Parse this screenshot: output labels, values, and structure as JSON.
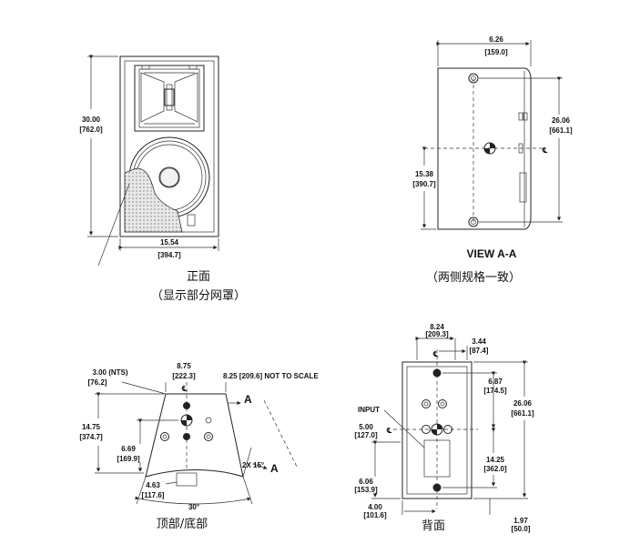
{
  "front": {
    "height": "30.00",
    "height_mm": "[762.0]",
    "width": "15.54",
    "width_mm": "[394.7]",
    "caption": "正面",
    "note": "（显示部分网罩）"
  },
  "view_aa": {
    "depth": "6.26",
    "depth_mm": "[159.0]",
    "hole_span": "26.06",
    "hole_span_mm": "[661.1]",
    "center_height": "15.38",
    "center_height_mm": "[390.7]",
    "title": "VIEW A-A",
    "note": "（两侧规格一致）",
    "cl": "℄"
  },
  "top": {
    "nts": "3.00 (NTS)",
    "nts_mm": "[76.2]",
    "front_width": "8.75",
    "front_width_mm": "[222.3]",
    "not_to_scale": "8.25 [209.6] NOT TO SCALE",
    "depth": "14.75",
    "depth_mm": "[374.7]",
    "depth2": "6.69",
    "depth2_mm": "[169.9]",
    "back_width": "4.63",
    "back_width_mm": "[117.6]",
    "angle": "2X 15°",
    "total_angle": "30°",
    "section_a": "A",
    "cl": "℄",
    "caption": "顶部/底部"
  },
  "back": {
    "width": "8.24",
    "width_mm": "[209.3]",
    "half": "3.44",
    "half_mm": "[87.4]",
    "d1": "6.87",
    "d1_mm": "[174.5]",
    "span": "26.06",
    "span_mm": "[661.1]",
    "left": "5.00",
    "left_mm": "[127.0]",
    "d2": "14.25",
    "d2_mm": "[362.0]",
    "bottom": "6.06",
    "bottom_mm": "[153.9]",
    "offset": "4.00",
    "offset_mm": "[101.6]",
    "foot": "1.97",
    "foot_mm": "[50.0]",
    "input": "INPUT",
    "cl": "℄",
    "caption": "背面"
  }
}
